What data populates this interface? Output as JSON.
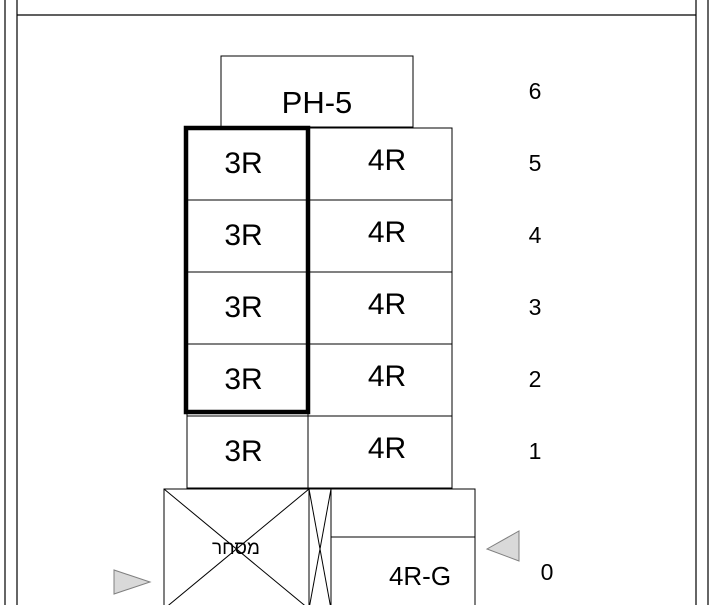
{
  "penthouse": {
    "label": "PH-5"
  },
  "unit_rows": [
    {
      "floor": "5",
      "left_unit": "3R",
      "right_unit": "4R",
      "highlighted": true
    },
    {
      "floor": "4",
      "left_unit": "3R",
      "right_unit": "4R",
      "highlighted": true
    },
    {
      "floor": "3",
      "left_unit": "3R",
      "right_unit": "4R",
      "highlighted": true
    },
    {
      "floor": "2",
      "left_unit": "3R",
      "right_unit": "4R",
      "highlighted": true
    },
    {
      "floor": "1",
      "left_unit": "3R",
      "right_unit": "4R",
      "highlighted": false
    }
  ],
  "penthouse_floor": "6",
  "ground": {
    "floor": "0",
    "commerce_label": "מסחר",
    "unit_label": "4R-G"
  },
  "colors": {
    "line": "#000000",
    "arrow_fill": "#d9d9d9",
    "arrow_stroke": "#808080",
    "highlight_border": "#000000"
  },
  "icons": {
    "entrance_left": "triangle-arrow-right-icon",
    "entrance_right": "triangle-arrow-left-icon"
  }
}
